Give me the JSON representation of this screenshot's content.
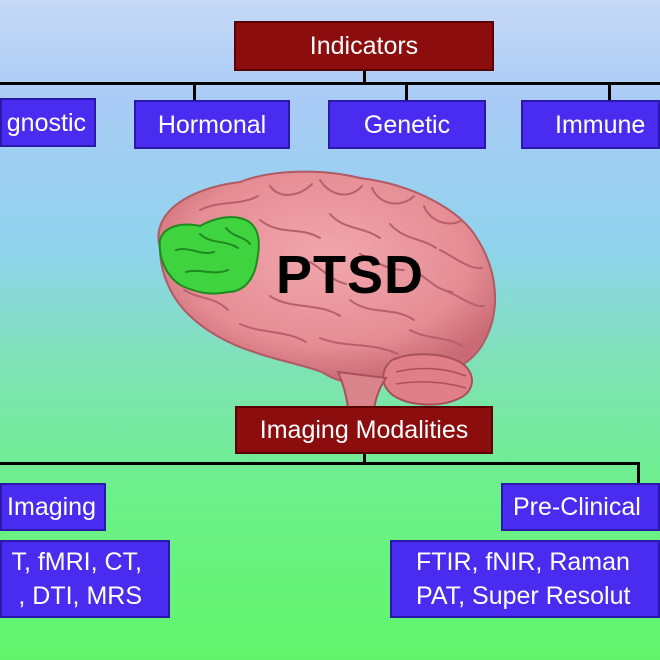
{
  "indicators": {
    "title": "Indicators",
    "items": [
      "gnostic",
      "Hormonal",
      "Genetic",
      "Immune"
    ]
  },
  "center_label": "PTSD",
  "imaging": {
    "title": "Imaging Modalities",
    "left_title": "Imaging",
    "left_lines": [
      "T, fMRI, CT,",
      ", DTI, MRS"
    ],
    "right_title": "Pre-Clinical",
    "right_lines": [
      "FTIR, fNIR, Raman",
      "PAT, Super Resolut"
    ]
  },
  "colors": {
    "header_box": "#8c0d0d",
    "item_box": "#4a2bf0",
    "highlight_region": "#3fd43f",
    "brain": "#e8949a"
  }
}
